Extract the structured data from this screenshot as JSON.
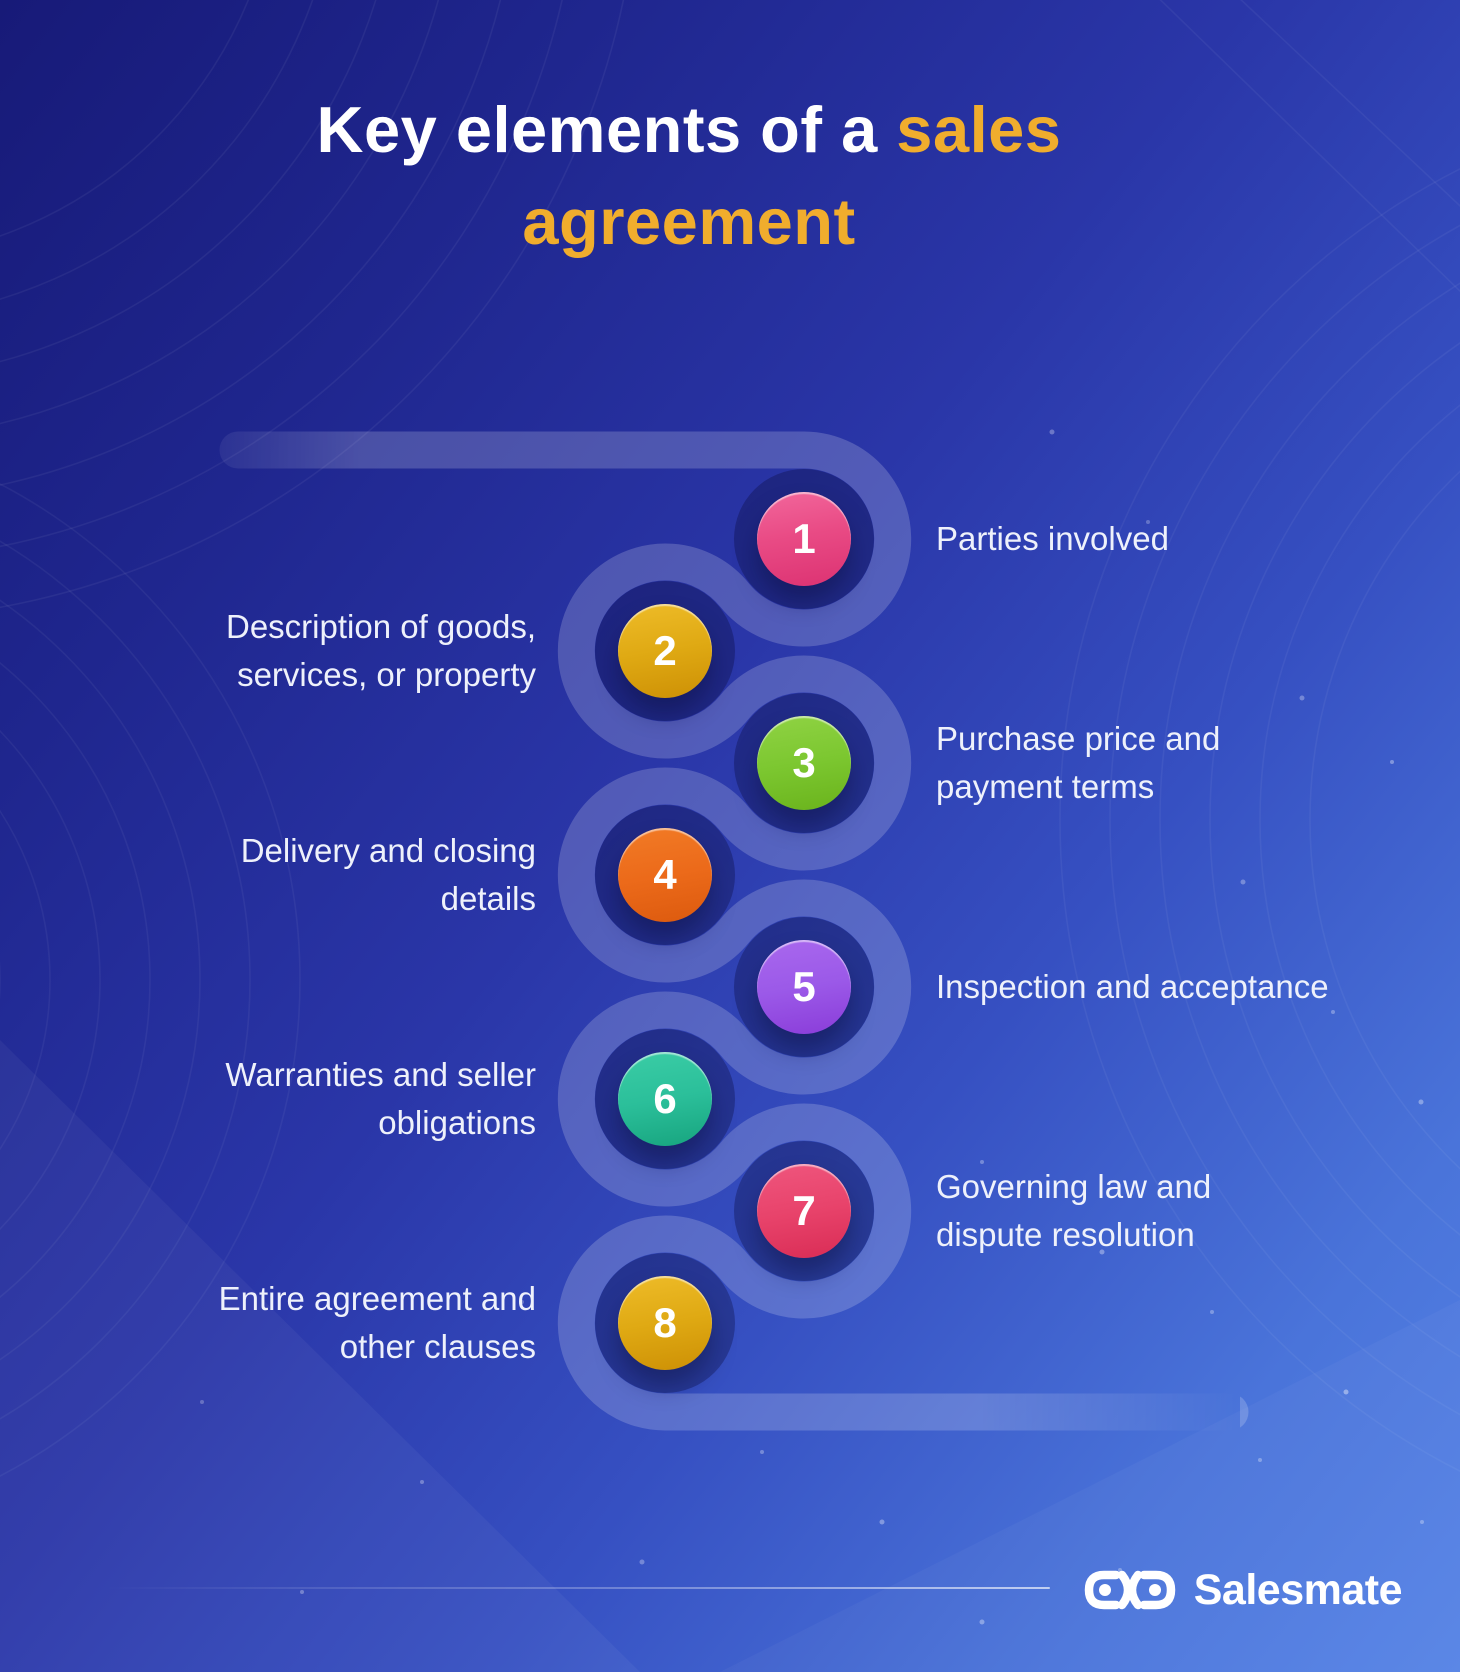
{
  "title": {
    "prefix": "Key elements of a ",
    "accent": "sales",
    "line2": "agreement",
    "accent_color": "#f0ad2d",
    "text_color": "#ffffff"
  },
  "steps": [
    {
      "num": "1",
      "label": "Parties involved",
      "side": "right",
      "bubble_color": "#e94b85"
    },
    {
      "num": "2",
      "label": "Description of goods,\nservices, or property",
      "side": "left",
      "bubble_color": "#dfa913"
    },
    {
      "num": "3",
      "label": "Purchase price and\npayment terms",
      "side": "right",
      "bubble_color": "#7cc730"
    },
    {
      "num": "4",
      "label": "Delivery and closing\ndetails",
      "side": "left",
      "bubble_color": "#ec6a1a"
    },
    {
      "num": "5",
      "label": "Inspection and acceptance",
      "side": "right",
      "bubble_color": "#9b59e8"
    },
    {
      "num": "6",
      "label": "Warranties and seller\nobligations",
      "side": "left",
      "bubble_color": "#2bbf9a"
    },
    {
      "num": "7",
      "label": "Governing law and\ndispute resolution",
      "side": "right",
      "bubble_color": "#e8436b"
    },
    {
      "num": "8",
      "label": "Entire agreement and\nother clauses",
      "side": "left",
      "bubble_color": "#dfa913"
    }
  ],
  "footer": {
    "brand": "Salesmate"
  },
  "palette": {
    "background_top_left": "#171a78",
    "background_bottom_right": "#5583e6",
    "ribbon": "rgba(255,255,255,0.19)",
    "label_text": "#eef1fb"
  }
}
